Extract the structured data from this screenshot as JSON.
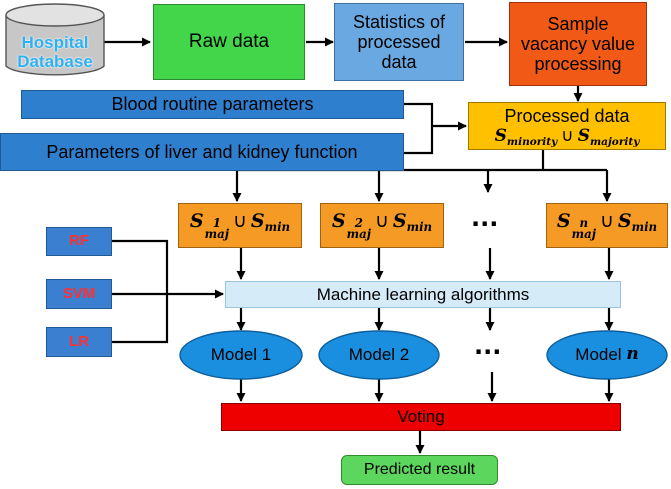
{
  "colors": {
    "db_fill": "#c7c7c7",
    "db_text": "#2fb0f0",
    "raw_data": "#44d64a",
    "statistics": "#69a8e0",
    "vacancy": "#f05a16",
    "param_bar": "#2f7fcf",
    "processed": "#ffc000",
    "subset": "#f59b25",
    "algo_box": "#d6ebf8",
    "model": "#1a8fe0",
    "voting": "#ee0000",
    "predicted": "#5cd65c",
    "classifier_fill": "#3a7fd0",
    "classifier_text": "#ff3030",
    "arrow": "#000000"
  },
  "database": {
    "line1": "Hospital",
    "line2": "Database"
  },
  "raw_data": "Raw data",
  "statistics": {
    "line1": "Statistics of",
    "line2": "processed",
    "line3": "data"
  },
  "vacancy": {
    "line1": "Sample",
    "line2": "vacancy value",
    "line3": "processing"
  },
  "blood_params": "Blood routine parameters",
  "liver_params": "Parameters of liver and kidney function",
  "processed": {
    "title": "Processed data",
    "s1": "S",
    "s1_sub": "minority",
    "union": "∪",
    "s2": "S",
    "s2_sub": "majority"
  },
  "subsets": [
    {
      "base": "S",
      "sup": "1",
      "sub": "maj",
      "union": "∪",
      "base2": "S",
      "sub2": "min"
    },
    {
      "base": "S",
      "sup": "2",
      "sub": "maj",
      "union": "∪",
      "base2": "S",
      "sub2": "min"
    },
    {
      "base": "S",
      "sup": "n",
      "sub": "maj",
      "union": "∪",
      "base2": "S",
      "sub2": "min"
    }
  ],
  "ellipsis": "···",
  "classifiers": [
    "RF",
    "SVM",
    "LR"
  ],
  "ml_algorithms": "Machine learning algorithms",
  "models": [
    {
      "label": "Model 1"
    },
    {
      "label": "Model 2"
    },
    {
      "label": "Model",
      "italic": "n"
    }
  ],
  "voting": "Voting",
  "predicted": "Predicted result"
}
